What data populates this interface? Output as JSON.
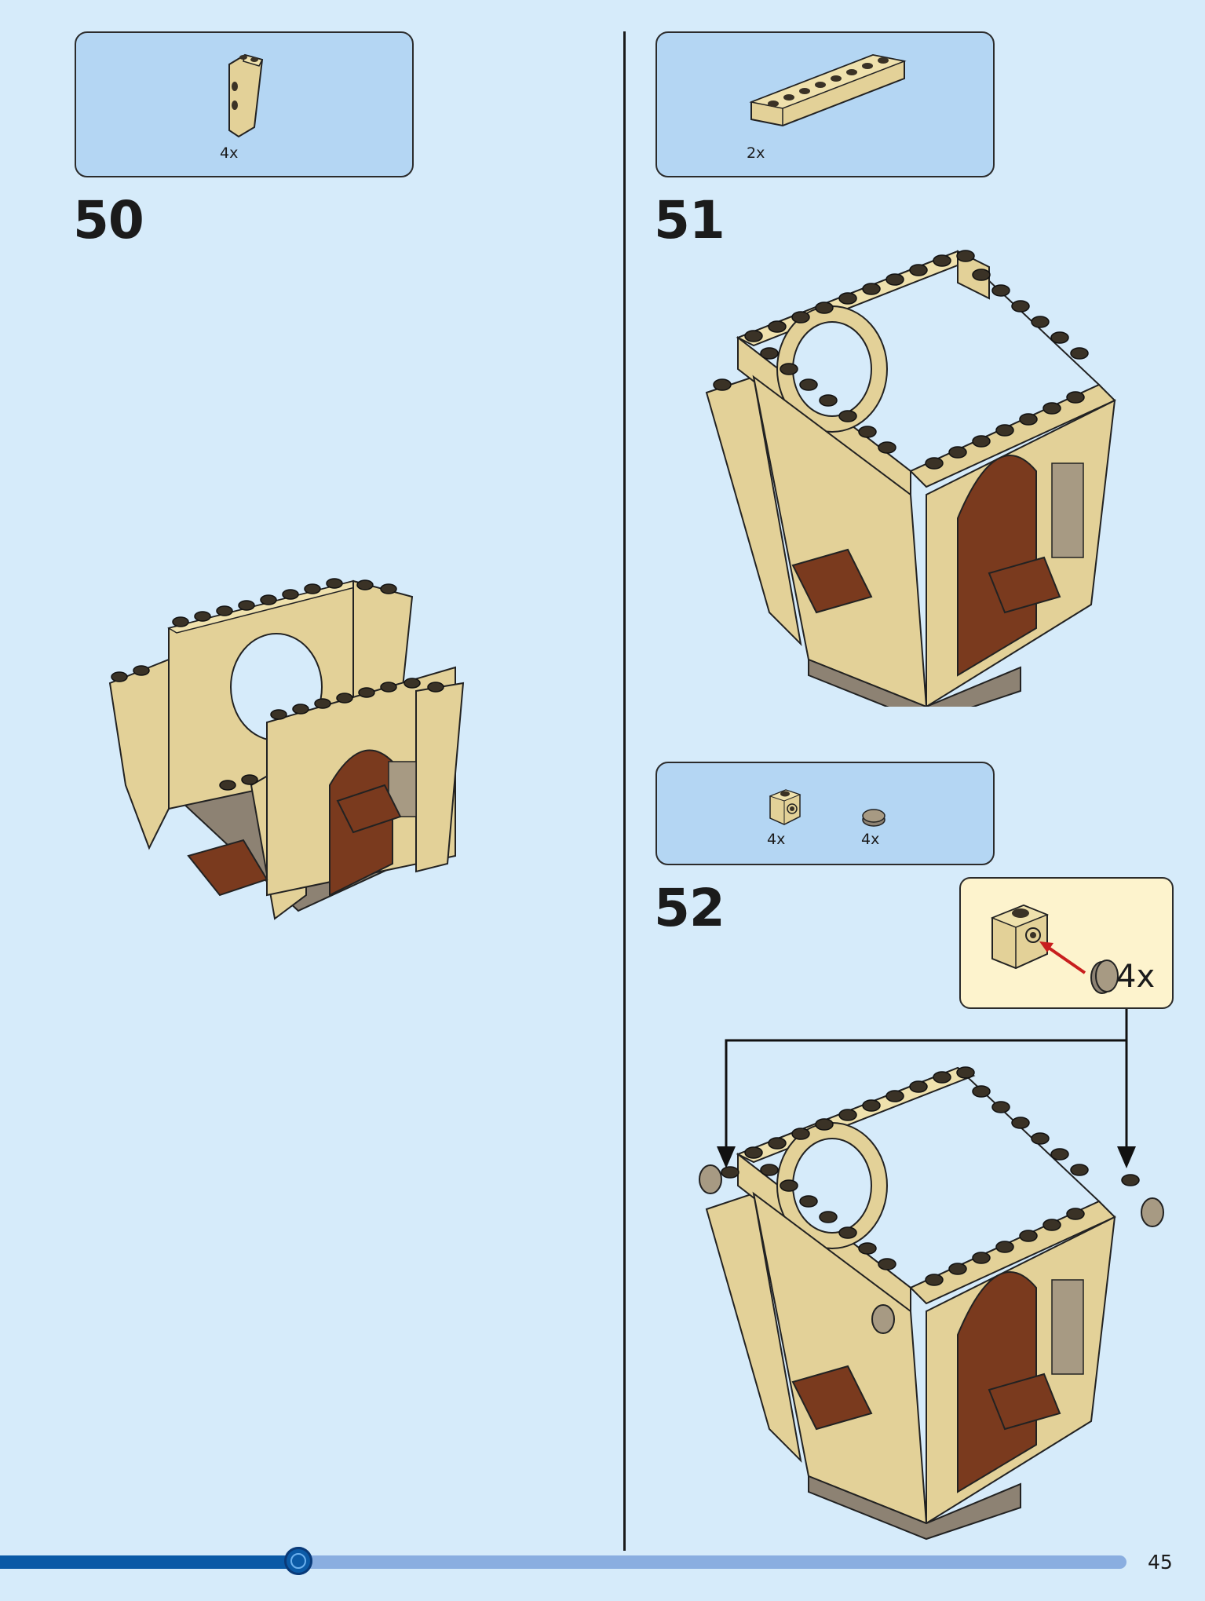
{
  "steps": [
    {
      "number": "50",
      "parts": [
        {
          "name": "tan-slope-brick",
          "qty": "4x"
        }
      ]
    },
    {
      "number": "51",
      "parts": [
        {
          "name": "tan-brick-1x8",
          "qty": "2x"
        }
      ]
    },
    {
      "number": "52",
      "parts": [
        {
          "name": "tan-brick-1x1-with-stud",
          "qty": "4x"
        },
        {
          "name": "round-tile-dark-tan",
          "qty": "4x"
        }
      ],
      "callout": {
        "qty": "4x"
      }
    }
  ],
  "page_number": "45",
  "progress": {
    "fraction": 0.265
  },
  "colors": {
    "page_background": "#d6ebfa",
    "parts_box": "#b4d6f3",
    "callout_box": "#fdf3cd",
    "tan": "#e3d198",
    "dark_tan": "#a79a83",
    "reddish_brown": "#7a3a1e",
    "progress_fill": "#0b5aa6",
    "progress_track": "#8aaee0"
  }
}
